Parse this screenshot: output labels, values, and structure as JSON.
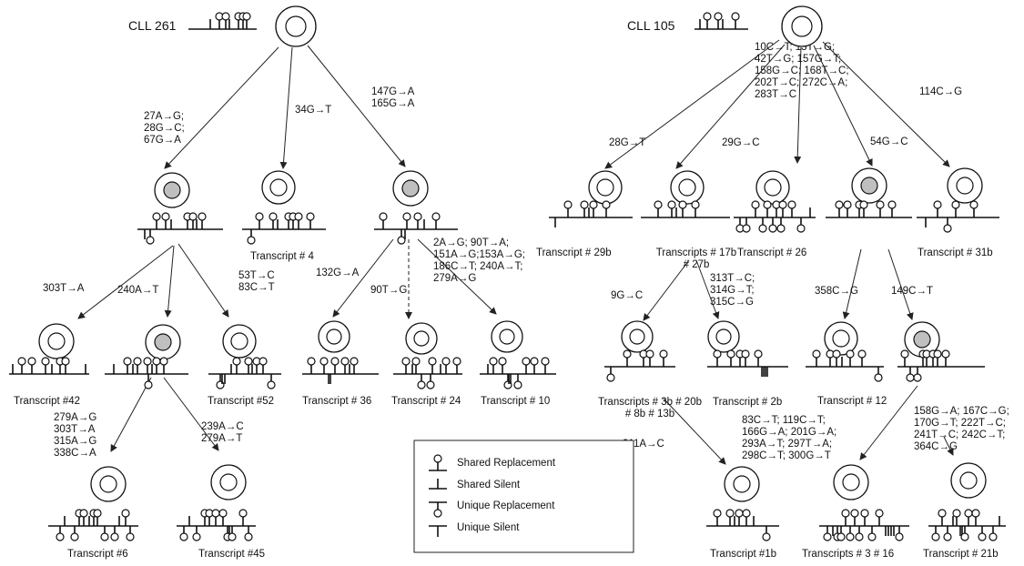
{
  "titles": {
    "left": "CLL 261",
    "right": "CLL 105"
  },
  "colors": {
    "ink": "#111111",
    "nucleus_shaded": "#bfbfbf"
  },
  "mutation_labels": {
    "l_a": [
      "27A→G;",
      "28G→C;",
      "67G→A"
    ],
    "l_b": [
      "34G→T"
    ],
    "l_c": [
      "147G→A",
      "165G→A"
    ],
    "l_d": [
      "303T→A"
    ],
    "l_e": [
      "240A→T"
    ],
    "l_f": [
      "53T→C",
      "83C→T"
    ],
    "l_g": [
      "132G→A"
    ],
    "l_h": [
      "90T→G"
    ],
    "l_i": [
      "2A→G; 90T→A;",
      "151A→G;153A→G;",
      "186C→T; 240A→T;",
      "279A→G"
    ],
    "l_j": [
      "279A→G",
      "303T→A",
      "315A→G",
      "338C→A"
    ],
    "l_k": [
      "239A→C",
      "279A→T"
    ],
    "r_a": [
      "10C→T; 13T→G;",
      "42T→G; 157G→T;",
      "158G→C; 168T→C;",
      "202T→C; 272C→A;",
      "283T→C"
    ],
    "r_b": [
      "28G→T"
    ],
    "r_c": [
      "29G→C"
    ],
    "r_d": [
      "54G→C"
    ],
    "r_e": [
      "114C→G"
    ],
    "r_f": [
      "9G→C"
    ],
    "r_g": [
      "313T→C;",
      "314G→T;",
      "315C→G"
    ],
    "r_h": [
      "358C→G"
    ],
    "r_i": [
      "149C→T"
    ],
    "r_j": [
      "311A→C"
    ],
    "r_k": [
      "83C→T; 119C→T;",
      "166G→A; 201G→A;",
      "293A→T; 297T→A;",
      "298C→T; 300G→T"
    ],
    "r_l": [
      "158G→A; 167C→G;",
      "170G→T; 222T→C;",
      "241T→C; 242C→T;",
      "364C→G"
    ]
  },
  "transcript_labels": {
    "t4": "Transcript # 4",
    "t42": "Transcript #42",
    "t52": "Transcript #52",
    "t36": "Transcript # 36",
    "t24": "Transcript # 24",
    "t10": "Transcript # 10",
    "t6": "Transcript #6",
    "t45": "Transcript #45",
    "t29b": "Transcript # 29b",
    "t17b": [
      "Transcripts # 17b",
      "# 27b"
    ],
    "t26": "Transcript # 26",
    "t31b": "Transcript # 31b",
    "t3b": [
      "Transcripts # 3b # 20b",
      "# 8b # 13b"
    ],
    "t2b": "Transcript # 2b",
    "t12": "Transcript # 12",
    "t1b": "Transcript #1b",
    "t3_16": "Transcripts # 3 # 16",
    "t21b": "Transcript # 21b"
  },
  "legend": {
    "items": [
      {
        "symbol": "shared-replacement",
        "label": "Shared Replacement"
      },
      {
        "symbol": "shared-silent",
        "label": "Shared Silent"
      },
      {
        "symbol": "unique-replacement",
        "label": "Unique Replacement"
      },
      {
        "symbol": "unique-silent",
        "label": "Unique Silent"
      }
    ]
  }
}
